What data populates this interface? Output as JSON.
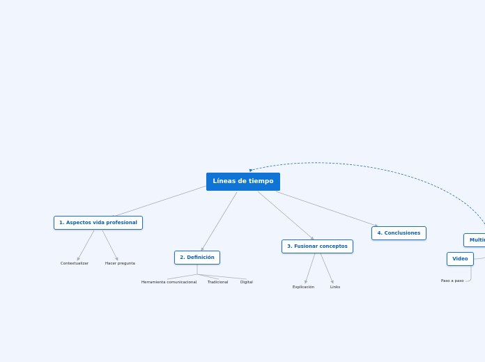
{
  "map": {
    "root": "Líneas de tiempo",
    "branches": [
      {
        "label": "1. Aspectos vida profesional",
        "children": [
          "Contextualizar",
          "Hacer pregunta"
        ]
      },
      {
        "label": "2. Definición",
        "children": [
          "Herramienta comunicacional",
          "Tradicional",
          "Digital"
        ]
      },
      {
        "label": "3. Fusionar conceptos",
        "children": [
          "Explicación",
          "Links"
        ]
      },
      {
        "label": "4. Conclusiones",
        "children": []
      },
      {
        "label": "Multimedia",
        "children": [
          {
            "label": "Video",
            "children": [
              "Paso a paso"
            ]
          }
        ]
      }
    ]
  },
  "colors": {
    "background": "#f1f5fd",
    "accent": "#0f74d6",
    "connector": "#a9afb8",
    "relationship": "#1f6fc0"
  }
}
